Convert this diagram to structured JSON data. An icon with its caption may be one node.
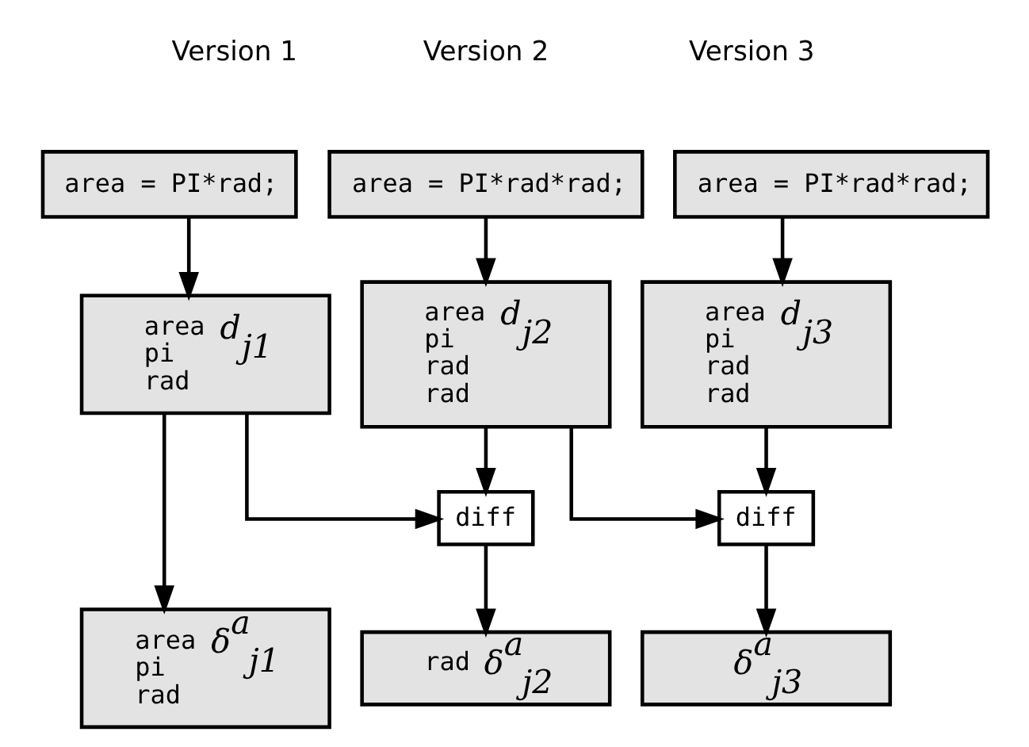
{
  "diagram": {
    "nodes": [
      {
        "text": [
          "area = PI*rad;"
        ]
      },
      {
        "text": [
          "area = PI*rad*rad;"
        ]
      },
      {
        "text": [
          "area = PI*rad*rad;"
        ]
      },
      {
        "text": [
          "area",
          "pi",
          "rad",
          "d$_{j1}$"
        ]
      },
      {
        "text": [
          "area",
          "pi",
          "rad",
          "rad",
          "d$_{j2}$"
        ]
      },
      {
        "text": [
          "area",
          "pi",
          "rad",
          "rad",
          "d$_{j3}$"
        ]
      },
      {
        "text": [
          "diff"
        ]
      },
      {
        "text": [
          "diff"
        ]
      },
      {
        "text": [
          "area",
          "pi",
          "rad",
          "δ$^{a}$$_{j1}$"
        ]
      },
      {
        "text": [
          "rad",
          "δ$^{a}$$_{j2}$"
        ]
      },
      {
        "text": [
          "δ$^{a}$$_{j3}$"
        ]
      }
    ],
    "edges": [
      {
        "from": 0,
        "to": 3,
        "arrow": "to"
      },
      {
        "from": 1,
        "to": 4,
        "arrow": "to"
      },
      {
        "from": 2,
        "to": 5,
        "arrow": "to"
      },
      {
        "from": 3,
        "to": 8,
        "arrow": "to"
      },
      {
        "from": 3,
        "to": 6,
        "arrow": "to"
      },
      {
        "from": 4,
        "to": 6,
        "arrow": "to"
      },
      {
        "from": 6,
        "to": 9,
        "arrow": "to"
      },
      {
        "from": 4,
        "to": 7,
        "arrow": "to"
      },
      {
        "from": 5,
        "to": 7,
        "arrow": "to"
      },
      {
        "from": 7,
        "to": 10,
        "arrow": "to"
      }
    ],
    "labels": [
      "Version 1",
      "Version 2",
      "Version 3"
    ]
  }
}
